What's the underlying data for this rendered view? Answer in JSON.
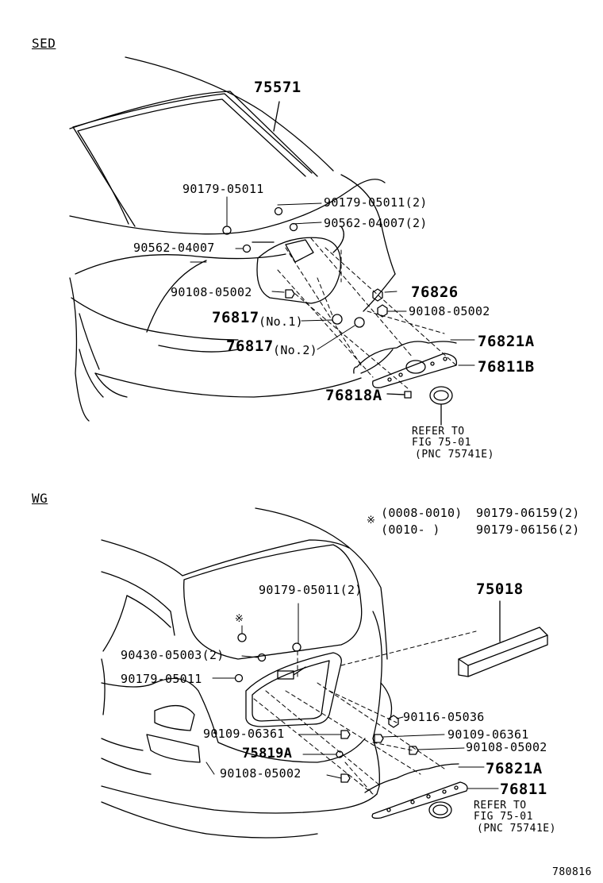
{
  "sed": {
    "section": "SED",
    "labels": {
      "p75571": "75571",
      "p90179a": "90179-05011",
      "p90179b": "90179-05011(2)",
      "p90562b": "90562-04007(2)",
      "p90562a": "90562-04007",
      "p76826": "76826",
      "p90108a": "90108-05002",
      "p90108b": "90108-05002",
      "p76817a": "76817",
      "no1": "(No.1)",
      "p76817b": "76817",
      "no2": "(No.2)",
      "p76821A": "76821A",
      "p76811B": "76811B",
      "p76818A": "76818A"
    },
    "refer": [
      "REFER TO",
      "FIG 75-01",
      "(PNC 75741E)"
    ]
  },
  "wg": {
    "section": "WG",
    "note_mark": "※",
    "notes": [
      {
        "range": "(0008-0010)",
        "part": "90179-06159(2)"
      },
      {
        "range": "(0010-     )",
        "part": "90179-06156(2)"
      }
    ],
    "labels": {
      "p75018": "75018",
      "p90179c": "90179-05011(2)",
      "star": "※",
      "p90430": "90430-05003(2)",
      "p90179d": "90179-05011",
      "p90116": "90116-05036",
      "p90109a": "90109-06361",
      "p90109b": "90109-06361",
      "p75819A": "75819A",
      "p90108c": "90108-05002",
      "p90108d": "90108-05002",
      "p76821A": "76821A",
      "p76811": "76811"
    },
    "refer": [
      "REFER TO",
      "FIG 75-01",
      "(PNC 75741E)"
    ]
  },
  "figure_number": "780816"
}
